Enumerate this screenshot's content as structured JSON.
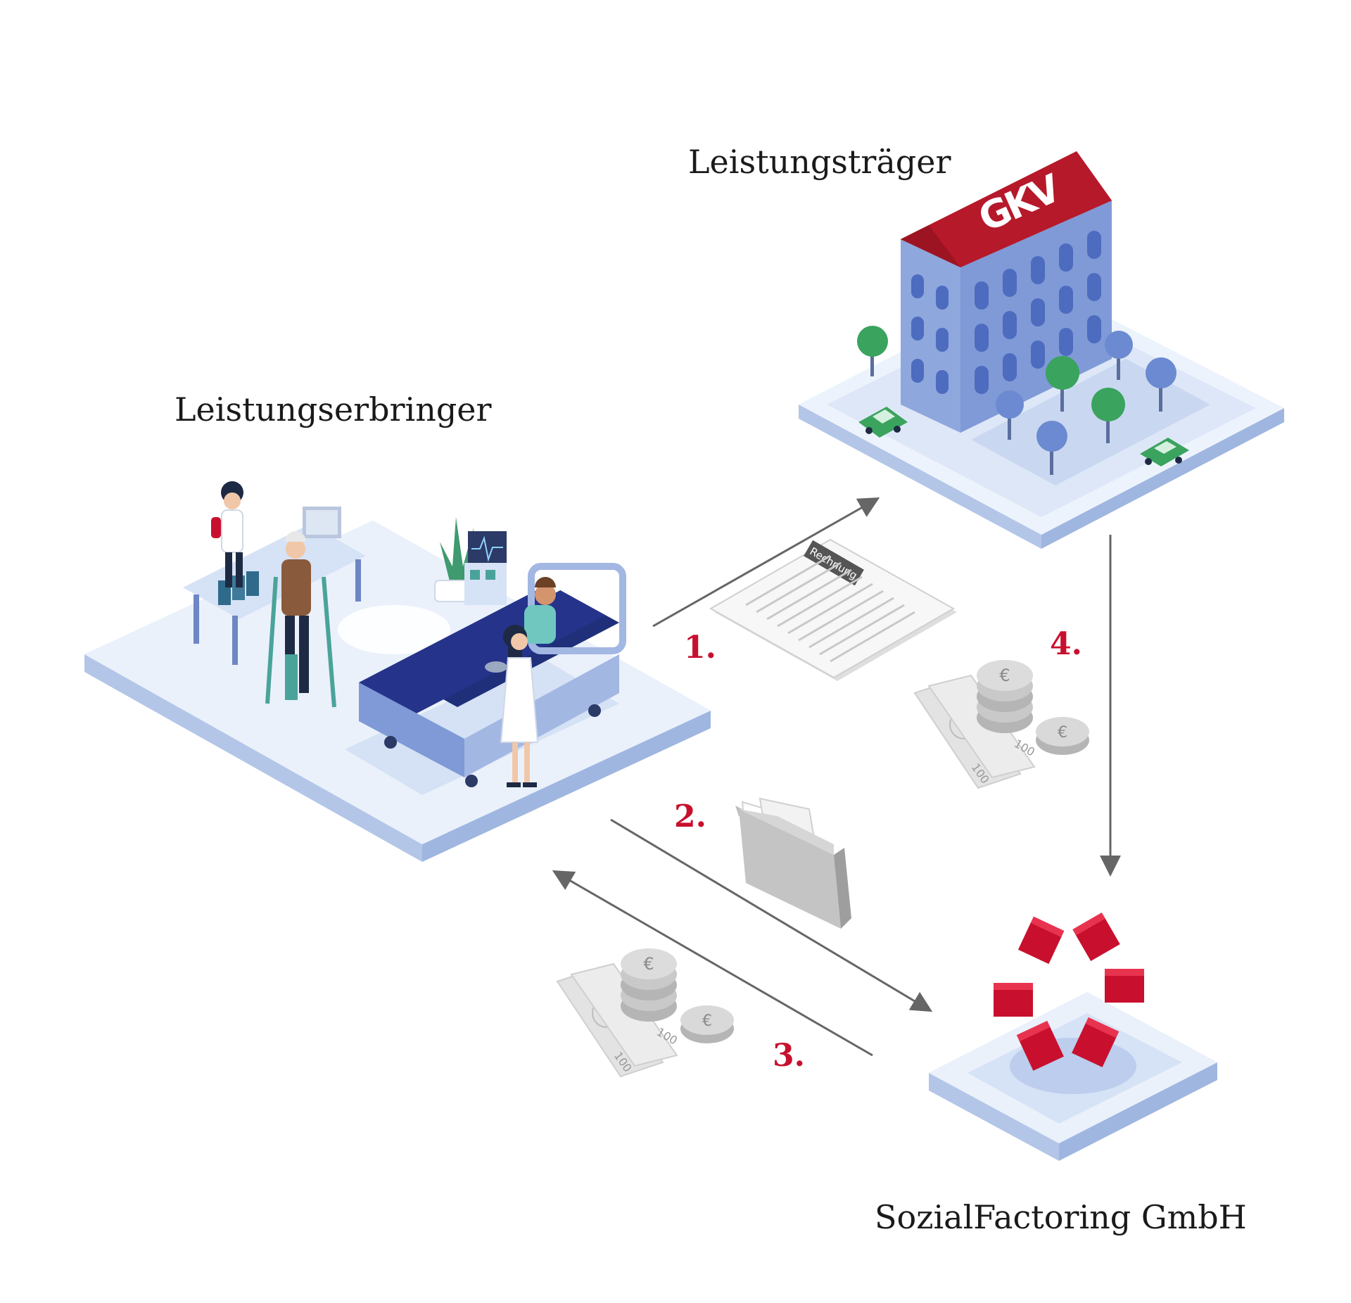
{
  "nodes": {
    "provider": {
      "label": "Leistungserbringer"
    },
    "payer": {
      "label": "Leistungsträger",
      "logo_text": "GKV"
    },
    "factoring": {
      "label": "SozialFactoring GmbH"
    }
  },
  "steps": [
    {
      "number": "1.",
      "item": "invoice",
      "item_label": "Rechnung"
    },
    {
      "number": "2.",
      "item": "folder"
    },
    {
      "number": "3.",
      "item": "money",
      "banknote": "100"
    },
    {
      "number": "4.",
      "item": "money",
      "banknote": "100"
    }
  ],
  "colors": {
    "accent": "#c8102e",
    "arrow": "#666666",
    "platform": "#e9f0fb",
    "platform_edge": "#c5d5ef",
    "building": "#7f9ad6",
    "roof": "#b5192a",
    "coin": "#c9c9c9"
  }
}
